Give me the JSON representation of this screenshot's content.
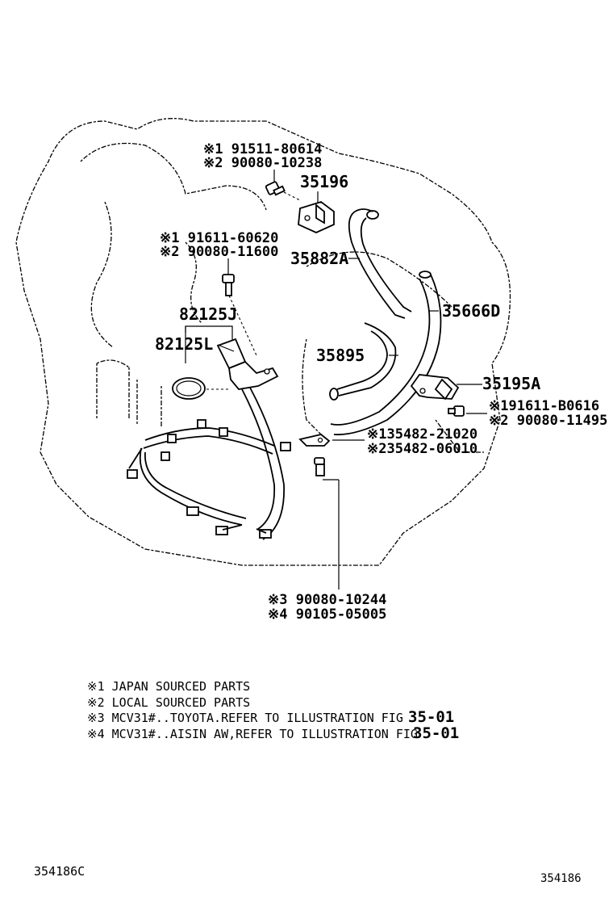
{
  "callouts": {
    "bolt_top_1": "※1 91511-80614",
    "bolt_top_2": "※2 90080-10238",
    "clamp": "35196",
    "bolt_mid_1": "※1 91611-60620",
    "bolt_mid_2": "※2 90080-11600",
    "hose_a": "35882A",
    "hose_d": "35666D",
    "sensor_j": "82125J",
    "sensor_l": "82125L",
    "hose_95": "35895",
    "bracket_a": "35195A",
    "bolt_right_1": "※191611-B0616",
    "bolt_right_2": "※2 90080-11495",
    "plate_1": "※135482-21020",
    "plate_2": "※235482-06010",
    "bolt_bottom_3": "※3 90080-10244",
    "bolt_bottom_4": "※4 90105-05005"
  },
  "notes": [
    {
      "text": "※1 JAPAN SOURCED PARTS",
      "ref": ""
    },
    {
      "text": "※2 LOCAL SOURCED PARTS",
      "ref": ""
    },
    {
      "text": "※3 MCV31#..TOYOTA.REFER TO ILLUSTRATION FIG",
      "ref": "35-01"
    },
    {
      "text": "※4 MCV31#..AISIN AW,REFER TO ILLUSTRATION FIG",
      "ref": "35-01"
    }
  ],
  "footer": {
    "left_code": "354186C",
    "right_code": "354186"
  }
}
